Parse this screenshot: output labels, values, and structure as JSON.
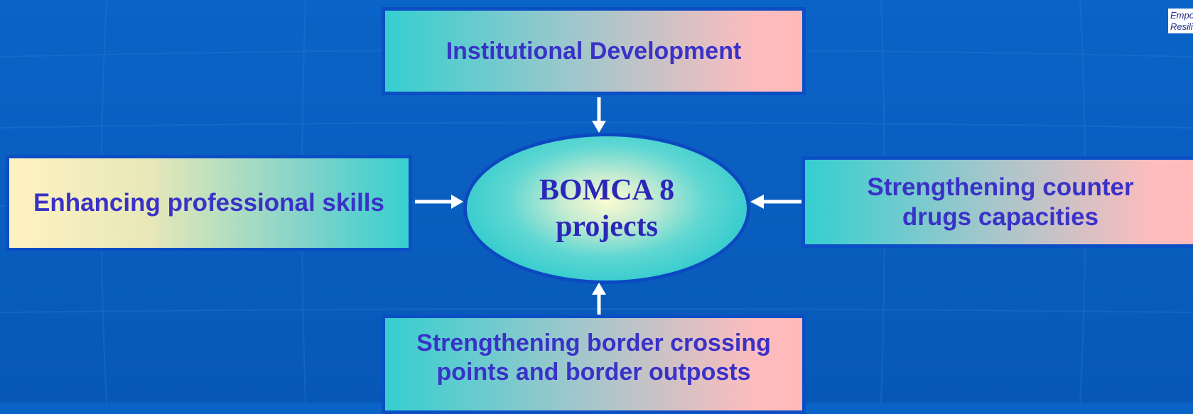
{
  "diagram": {
    "center": {
      "line1": "BOMCA 8",
      "line2": "projects"
    },
    "boxes": {
      "top": "Institutional Development",
      "left": "Enhancing professional skills",
      "right_line1": "Strengthening counter",
      "right_line2": "drugs capacities",
      "bottom_line1": "Strengthening border crossing",
      "bottom_line2": "points and border outposts"
    }
  },
  "corner_badge": {
    "line1": "Empo",
    "line2": "Resili"
  },
  "colors": {
    "background": "#0a63c6",
    "box_border": "#0b4fc4",
    "box_text": "#3a32c8",
    "center_text": "#2c27b8",
    "arrow": "#ffffff"
  }
}
